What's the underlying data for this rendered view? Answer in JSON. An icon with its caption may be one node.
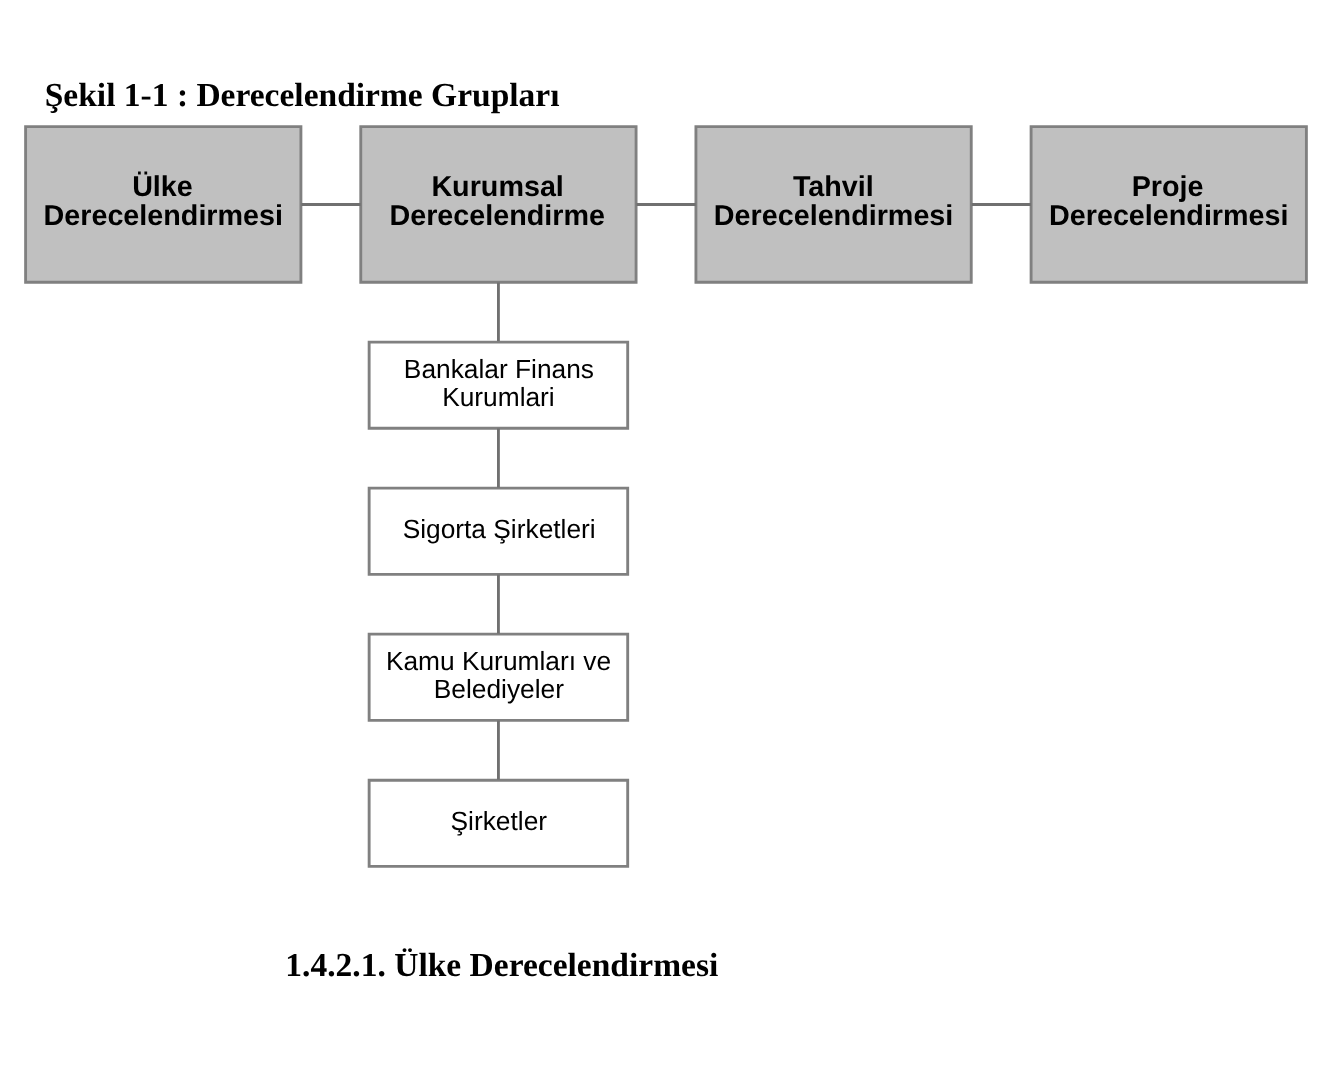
{
  "diagram": {
    "title": "Şekil 1-1 : Derecelendirme Grupları",
    "nodes": [
      {
        "text": [
          "Ülke Derecelendirmesi"
        ]
      },
      {
        "text": [
          "Kurumsal Derecelendirme"
        ]
      },
      {
        "text": [
          "Tahvil Derecelendirmesi"
        ]
      },
      {
        "text": [
          "Proje Derecelendirmesi"
        ]
      },
      {
        "text": [
          "Bankalar Finans Kurumlari"
        ]
      },
      {
        "text": [
          "Sigorta Şirketleri"
        ]
      },
      {
        "text": [
          "Kamu Kurumları ve Belediyeler"
        ]
      },
      {
        "text": [
          "Şirketler"
        ]
      }
    ],
    "edges": [
      {
        "from": 0,
        "to": 1,
        "arrow": "none"
      },
      {
        "from": 1,
        "to": 2,
        "arrow": "none"
      },
      {
        "from": 2,
        "to": 3,
        "arrow": "none"
      },
      {
        "from": 1,
        "to": 4,
        "arrow": "none"
      },
      {
        "from": 4,
        "to": 5,
        "arrow": "none"
      },
      {
        "from": 5,
        "to": 6,
        "arrow": "none"
      },
      {
        "from": 6,
        "to": 7,
        "arrow": "none"
      }
    ],
    "labels": [
      "1.4.2.1. Ülke Derecelendirmesi"
    ]
  }
}
